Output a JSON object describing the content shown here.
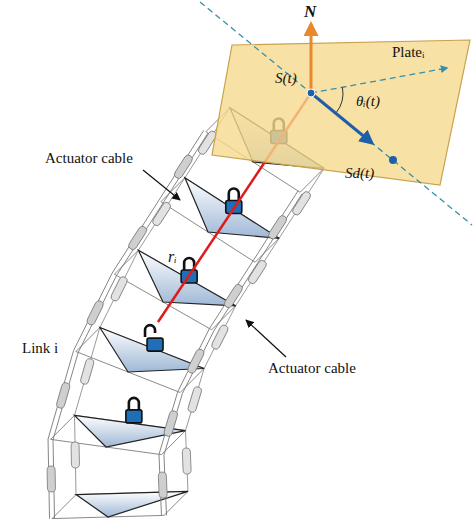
{
  "diagram": {
    "labels": [
      "N",
      "Plateᵢ",
      "S(t)",
      "θᵢ(t)",
      "Sd(t)",
      "Actuator cable",
      "Actuator cable",
      "rᵢ",
      "Link i"
    ]
  }
}
